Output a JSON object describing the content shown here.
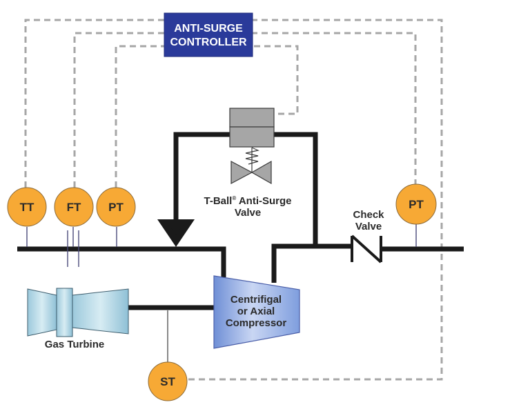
{
  "title": "Anti-surge control loop diagram",
  "controller": {
    "line1": "ANTI-SURGE",
    "line2": "CONTROLLER",
    "fill": "#2a3a9a",
    "text_color": "#ffffff"
  },
  "valve": {
    "label_line1": "T-Ball",
    "label_reg": "®",
    "label_line1b": " Anti-Surge",
    "label_line2": "Valve",
    "body_color": "#a6a6a6"
  },
  "check_valve": {
    "line1": "Check",
    "line2": "Valve"
  },
  "compressor": {
    "line1": "Centrifigal",
    "line2": "or Axial",
    "line3": "Compressor"
  },
  "turbine": {
    "label": "Gas Turbine"
  },
  "instruments": [
    {
      "id": "tt",
      "label": "TT",
      "meaning": "temperature transmitter"
    },
    {
      "id": "ft",
      "label": "FT",
      "meaning": "flow transmitter"
    },
    {
      "id": "pt_suction",
      "label": "PT",
      "meaning": "pressure transmitter (suction)"
    },
    {
      "id": "pt_discharge",
      "label": "PT",
      "meaning": "pressure transmitter (discharge)"
    },
    {
      "id": "st",
      "label": "ST",
      "meaning": "speed transmitter"
    }
  ],
  "colors": {
    "instrument": "#f7a935",
    "pipe": "#1a1a1a",
    "signal_line": "#a6a6a6",
    "text": "#2a2a2a"
  }
}
